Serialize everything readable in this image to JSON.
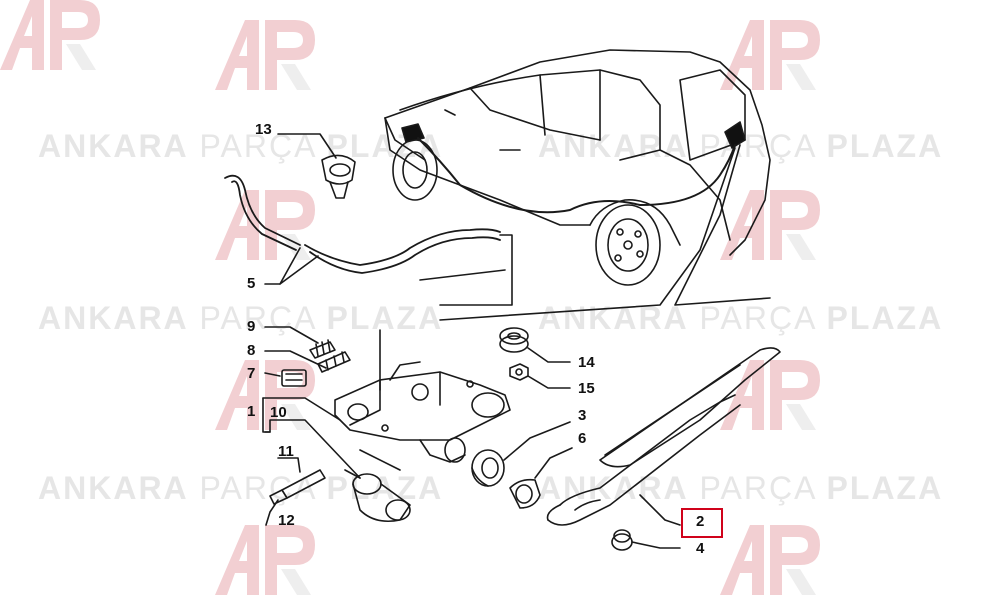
{
  "watermark": {
    "brand_bold": "ANKARA",
    "brand_light": "PARÇA",
    "brand_bold2": "PLAZA"
  },
  "callouts": {
    "n1": "1",
    "n2": "2",
    "n3": "3",
    "n4": "4",
    "n5": "5",
    "n6": "6",
    "n7": "7",
    "n8": "8",
    "n9": "9",
    "n10": "10",
    "n11": "11",
    "n12": "12",
    "n13": "13",
    "n14": "14",
    "n15": "15"
  },
  "highlighted_part": "2",
  "colors": {
    "line": "#1a1a1a",
    "watermark": "#e6e6e6",
    "logo_red": "#f2cfd2",
    "logo_grey": "#eeeeee",
    "highlight": "#d0021b"
  }
}
